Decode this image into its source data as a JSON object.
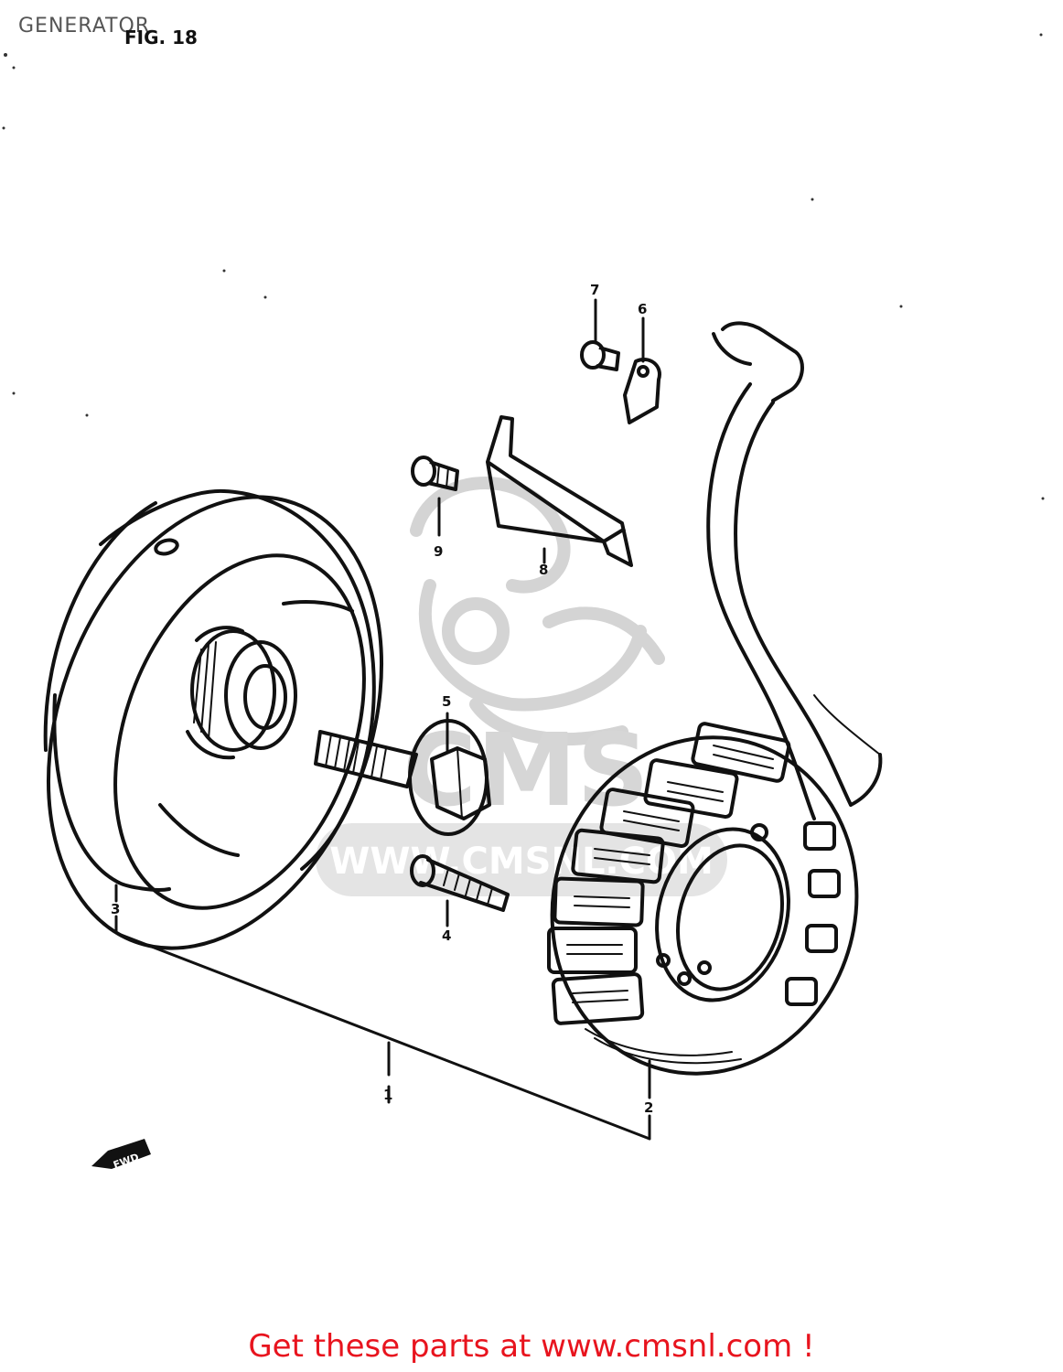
{
  "header": {
    "title": "GENERATOR",
    "figure_label": "FIG. 18"
  },
  "callouts": {
    "part_1": "1",
    "part_2": "2",
    "part_3": "3",
    "part_4": "4",
    "part_5": "5",
    "part_6": "6",
    "part_7": "7",
    "part_8": "8",
    "part_9": "9"
  },
  "direction_marker": "FWD",
  "watermark": {
    "logo_text": "CMS",
    "site_text": "WWW.CMSNL.COM"
  },
  "footer": {
    "promo_text": "Get these parts at www.cmsnl.com !"
  },
  "colors": {
    "line": "#111111",
    "watermark": "#cfcfcf",
    "promo": "#e8141e",
    "title": "#555555"
  }
}
